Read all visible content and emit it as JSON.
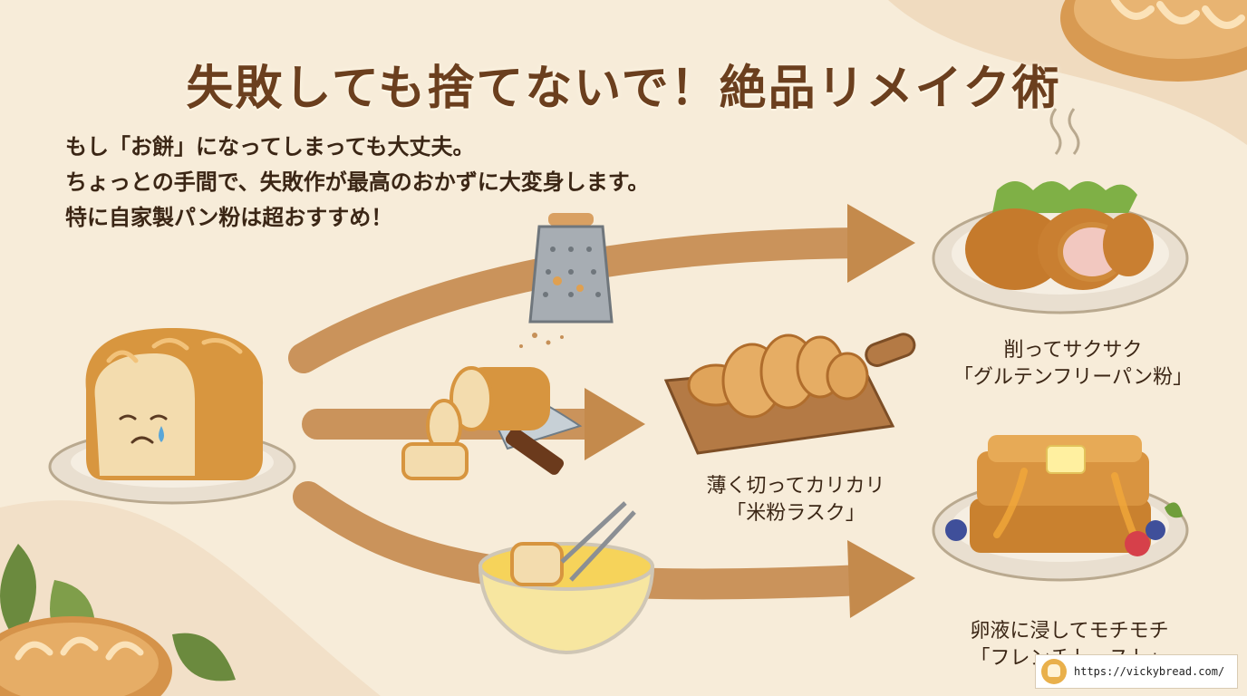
{
  "title": "失敗しても捨てないで！絶品リメイク術",
  "intro": [
    "もし「お餅」になってしまっても大丈夫。",
    "ちょっとの手間で、失敗作が最高のおかずに大変身します。",
    "特に自家製パン粉は超おすすめ！"
  ],
  "remakes": [
    {
      "line1": "削ってサクサク",
      "line2": "「グルテンフリーパン粉」"
    },
    {
      "line1": "薄く切ってカリカリ",
      "line2": "「米粉ラスク」"
    },
    {
      "line1": "卵液に浸してモチモチ",
      "line2": "「フレンチトースト」"
    }
  ],
  "footer": {
    "url": "https://vickybread.com/"
  },
  "colors": {
    "background": "#f7ecd9",
    "title": "#6b3f1e",
    "arrow": "#c48a4c",
    "text": "#3b2615"
  },
  "icons": [
    "sad-bread-icon",
    "grater-icon",
    "knife-icon",
    "whisk-bowl-icon",
    "cutlet-icon",
    "rusk-icon",
    "french-toast-icon"
  ]
}
